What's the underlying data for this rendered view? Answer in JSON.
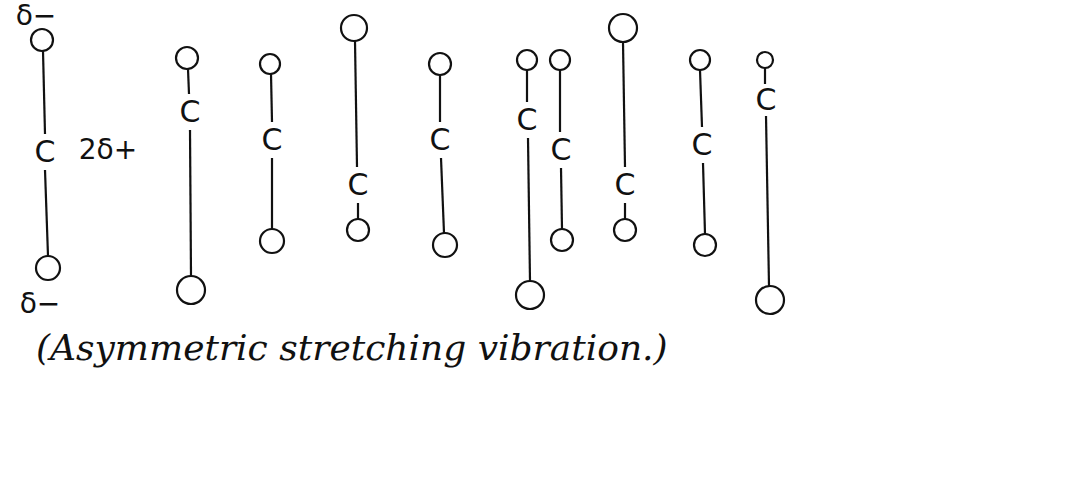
{
  "diagram": {
    "caption": "(Asymmetric stretching vibration.)",
    "labels": [
      "δ−",
      "C",
      "2δ+",
      "δ−",
      "C",
      "C",
      "C",
      "C",
      "C",
      "C",
      "C",
      "C",
      "C"
    ]
  }
}
